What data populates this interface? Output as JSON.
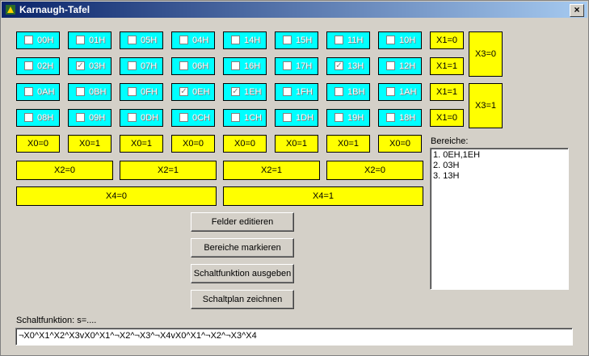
{
  "window": {
    "title": "Karnaugh-Tafel",
    "close_label": "×"
  },
  "grid": {
    "rows": [
      [
        {
          "label": "00H",
          "checked": false
        },
        {
          "label": "01H",
          "checked": false
        },
        {
          "label": "05H",
          "checked": false
        },
        {
          "label": "04H",
          "checked": false
        },
        {
          "label": "14H",
          "checked": false
        },
        {
          "label": "15H",
          "checked": false
        },
        {
          "label": "11H",
          "checked": false
        },
        {
          "label": "10H",
          "checked": false
        }
      ],
      [
        {
          "label": "02H",
          "checked": false
        },
        {
          "label": "03H",
          "checked": true
        },
        {
          "label": "07H",
          "checked": false
        },
        {
          "label": "06H",
          "checked": false
        },
        {
          "label": "16H",
          "checked": false
        },
        {
          "label": "17H",
          "checked": false
        },
        {
          "label": "13H",
          "checked": true
        },
        {
          "label": "12H",
          "checked": false
        }
      ],
      [
        {
          "label": "0AH",
          "checked": false
        },
        {
          "label": "0BH",
          "checked": false
        },
        {
          "label": "0FH",
          "checked": false
        },
        {
          "label": "0EH",
          "checked": true
        },
        {
          "label": "1EH",
          "checked": true
        },
        {
          "label": "1FH",
          "checked": false
        },
        {
          "label": "1BH",
          "checked": false
        },
        {
          "label": "1AH",
          "checked": false
        }
      ],
      [
        {
          "label": "08H",
          "checked": false
        },
        {
          "label": "09H",
          "checked": false
        },
        {
          "label": "0DH",
          "checked": false
        },
        {
          "label": "0CH",
          "checked": false
        },
        {
          "label": "1CH",
          "checked": false
        },
        {
          "label": "1DH",
          "checked": false
        },
        {
          "label": "19H",
          "checked": false
        },
        {
          "label": "18H",
          "checked": false
        }
      ]
    ],
    "x0": [
      "X0=0",
      "X0=1",
      "X0=1",
      "X0=0",
      "X0=0",
      "X0=1",
      "X0=1",
      "X0=0"
    ],
    "x2": [
      "X2=0",
      "X2=1",
      "X2=1",
      "X2=0"
    ],
    "x4": [
      "X4=0",
      "X4=1"
    ],
    "x1": [
      "X1=0",
      "X1=1",
      "X1=1",
      "X1=0"
    ],
    "x3": [
      "X3=0",
      "X3=1"
    ]
  },
  "buttons": {
    "edit": "Felder editieren",
    "mark": "Bereiche markieren",
    "output": "Schaltfunktion ausgeben",
    "draw": "Schaltplan zeichnen"
  },
  "areas": {
    "label": "Bereiche:",
    "items": [
      "1. 0EH,1EH",
      "2. 03H",
      "3. 13H"
    ]
  },
  "function": {
    "label": "Schaltfunktion: s=....",
    "value": "¬X0^X1^X2^X3vX0^X1^¬X2^¬X3^¬X4vX0^X1^¬X2^¬X3^X4"
  },
  "colors": {
    "cell": "#00ffff",
    "label_bg": "#ffff00",
    "titlebar": "#0a246a"
  }
}
